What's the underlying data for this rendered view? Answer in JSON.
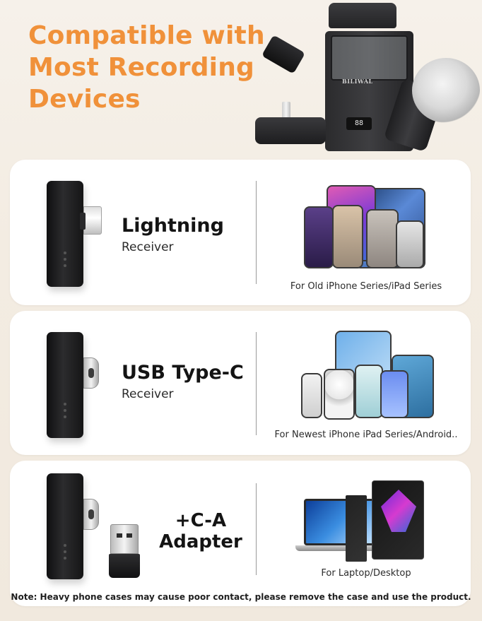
{
  "headline": {
    "line1": "Compatible with",
    "line2": "Most Recording",
    "line3": "Devices",
    "color": "#f0913a"
  },
  "hero": {
    "brand": "BILIWAL",
    "display": "88"
  },
  "cards": [
    {
      "title": "Lightning",
      "subtitle": "Receiver",
      "caption": "For Old iPhone Series/iPad Series",
      "icon": "lightning-receiver-icon"
    },
    {
      "title": "USB Type-C",
      "subtitle": "Receiver",
      "caption": "For Newest iPhone iPad Series/Android..",
      "icon": "usb-c-receiver-icon"
    },
    {
      "title_line1": "+C-A",
      "title_line2": "Adapter",
      "caption": "For Laptop/Desktop",
      "icon": "usb-a-adapter-icon"
    }
  ],
  "note": "Note: Heavy phone cases may cause poor contact, please remove the case and use the product."
}
